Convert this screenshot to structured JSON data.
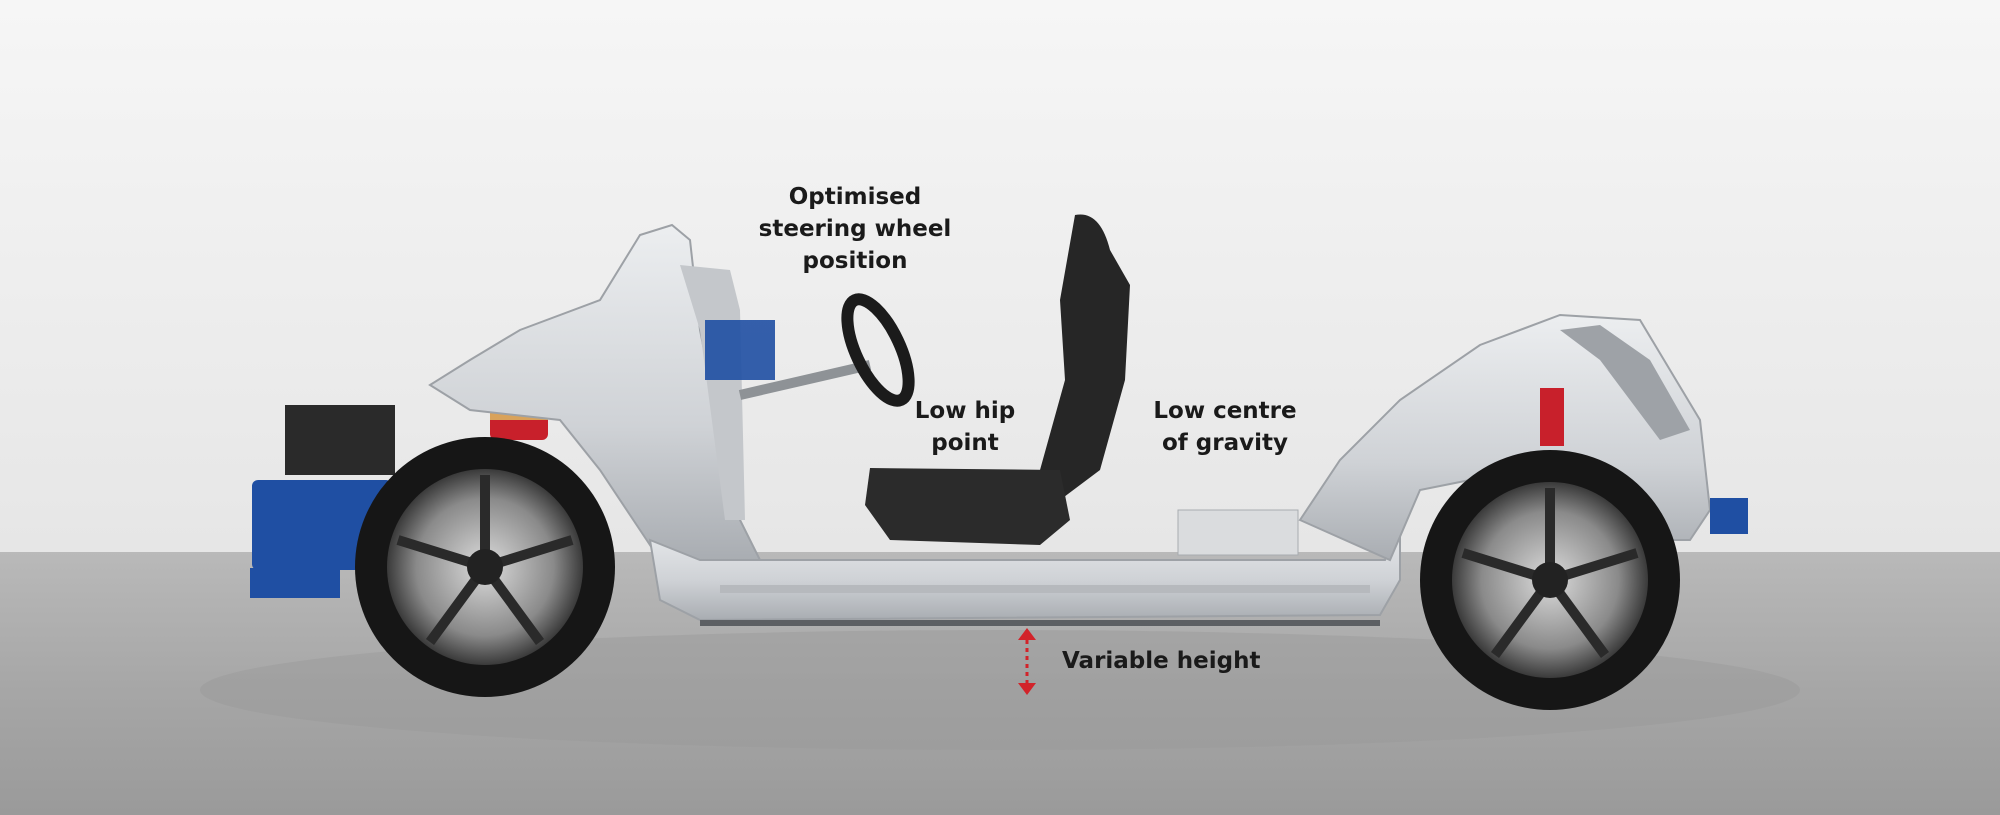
{
  "annotations": {
    "steering": [
      "Optimised",
      "steering wheel",
      "position"
    ],
    "hip": [
      "Low hip",
      "point"
    ],
    "gravity": [
      "Low centre",
      "of gravity"
    ],
    "height": "Variable height"
  },
  "colors": {
    "background_top": "#f4f4f4",
    "floor": "#a9a9a9",
    "body_silver": "#d7d9dc",
    "accent_blue": "#1f4fa3",
    "spring_red": "#c8202b",
    "arrow_red": "#d2232a",
    "text": "#1a1a1a"
  }
}
